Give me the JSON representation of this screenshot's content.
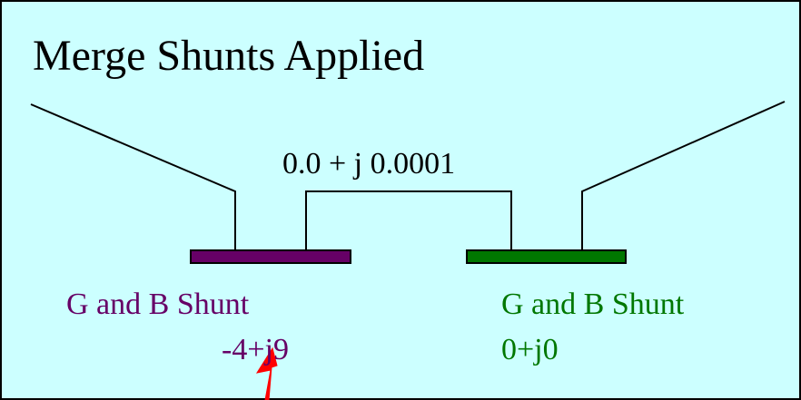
{
  "title": "Merge Shunts Applied",
  "branch_impedance": "0.0 + j 0.0001",
  "left_bus": {
    "label": "G and B Shunt",
    "value": "-4+j9",
    "color": "#660066"
  },
  "right_bus": {
    "label": "G and B Shunt",
    "value": "0+j0",
    "color": "#007700"
  },
  "colors": {
    "panel_fill": "#ccffff",
    "panel_border": "#000000",
    "line": "#000000",
    "arrow": "#ff0000"
  }
}
